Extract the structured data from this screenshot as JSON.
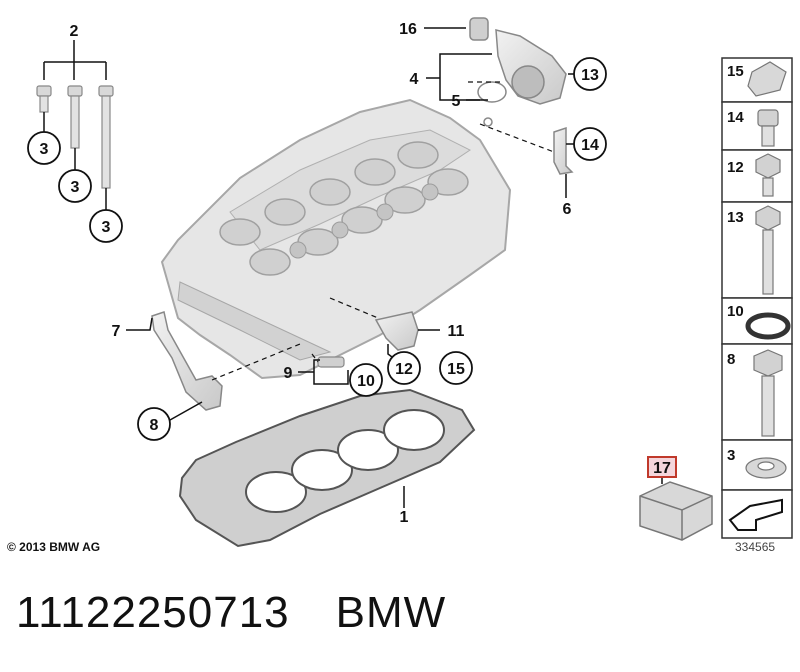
{
  "copyright": "© 2013 BMW AG",
  "reference_number": "334565",
  "part_number": "11122250713",
  "brand": "BMW",
  "callouts": {
    "c1": "1",
    "c2": "2",
    "c3a": "3",
    "c3b": "3",
    "c3c": "3",
    "c4": "4",
    "c5": "5",
    "c6": "6",
    "c7": "7",
    "c8": "8",
    "c9": "9",
    "c10": "10",
    "c11": "11",
    "c12": "12",
    "c13": "13",
    "c14": "14",
    "c15": "15",
    "c16": "16",
    "c17": "17"
  },
  "side_panel": [
    "15",
    "14",
    "12",
    "13",
    "10",
    "8",
    "3"
  ],
  "colors": {
    "part_fill": "#e4e4e4",
    "part_stroke": "#9a9a9a",
    "line": "#111111",
    "highlight_box": "#c0392b",
    "highlight_fill": "#f4d6dc"
  }
}
